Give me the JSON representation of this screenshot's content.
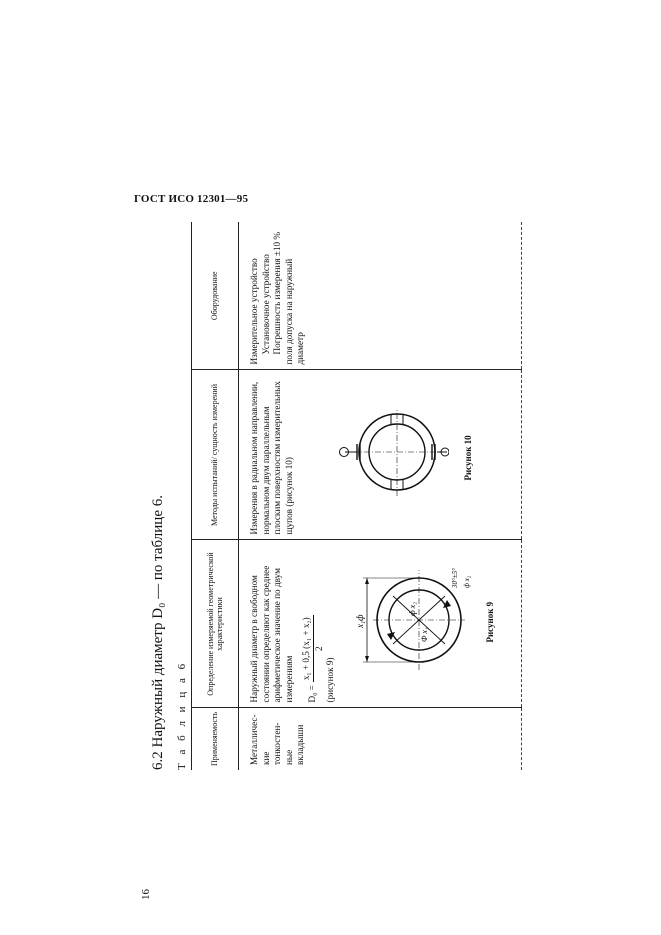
{
  "header": {
    "standard": "ГОСТ ИСО 12301—95"
  },
  "page_number": "16",
  "section": {
    "title": "6.2 Наружный диаметр D₀ — по таблице 6."
  },
  "table": {
    "caption": "Т а б л и ц а  6",
    "headers": [
      "Применяемость",
      "Определение измеряемой геометрической характеристики",
      "Методы испытаний/ сущность измерений",
      "Оборудование"
    ],
    "row": {
      "applicability": "Металличес-кие тонкостен-ные вкладыши",
      "definition_text": "Наружный диаметр в свободном состоянии определяют как среднее арифметическое значение по двум измерениям",
      "formula_lhs": "D₀ = ",
      "formula_numerator": "x₁ + 0,5 (x₁ + x₂)",
      "formula_denominator": "2",
      "definition_ref": "(рисунок 9)",
      "method_text": "Измерения в радиальном направлении, нормальном двум параллельным плоским поверхностям измерительных щупов (рисунок 10)",
      "equipment_line1": "Измерительное устройство",
      "equipment_line2": "Установочное устройство",
      "equipment_line3": "Погрешность измерения ±10 % поля допуска на наружный диаметр"
    },
    "figures": {
      "fig9_caption": "Рисунок 9",
      "fig10_caption": "Рисунок 10",
      "fig9_label_top": "x₁ф",
      "fig9_label_inner1": "Ф x₁",
      "fig9_label_inner2": "ф x₂",
      "fig9_label_angle": "30°±5°",
      "fig9_label_small": "ф x₂"
    }
  }
}
